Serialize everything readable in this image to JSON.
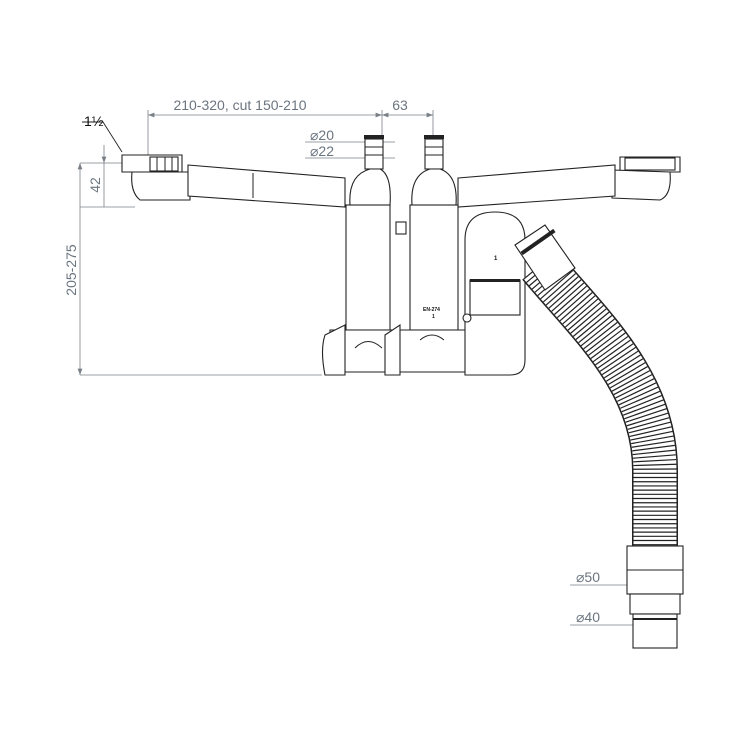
{
  "drawing": {
    "dimensions": {
      "arm_length": "210-320, cut 150-210",
      "outlet_spacing": "63",
      "inlet_thread": "1½",
      "nozzle_d1": "⌀20",
      "nozzle_d2": "⌀22",
      "flange_height": "42",
      "total_height": "205-275",
      "outlet_d1": "⌀50",
      "outlet_d2": "⌀40"
    },
    "part_marking": "EN-274",
    "part_marking_sub": "1",
    "trap_marking": "1"
  }
}
